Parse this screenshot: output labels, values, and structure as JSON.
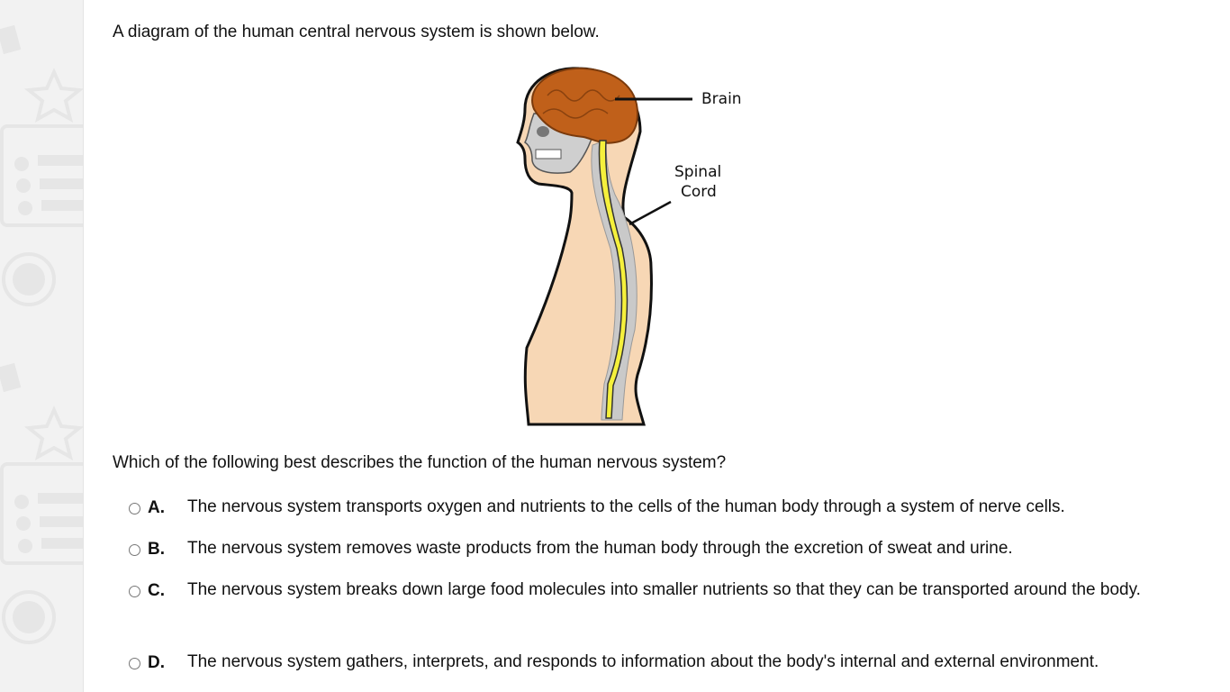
{
  "intro": "A diagram of the human central nervous system is shown below.",
  "diagram": {
    "labels": {
      "brain": "Brain",
      "spinal_line1": "Spinal",
      "spinal_line2": "Cord"
    }
  },
  "question": "Which of the following best describes the function of the human nervous system?",
  "choices": [
    {
      "letter": "A.",
      "text": "The nervous system transports oxygen and nutrients to the cells of the human body through a system of nerve cells."
    },
    {
      "letter": "B.",
      "text": "The nervous system removes waste products from the human body through the excretion of sweat and urine."
    },
    {
      "letter": "C.",
      "text": "The nervous system breaks down large food molecules into smaller nutrients so that they can be transported around the body."
    },
    {
      "letter": "D.",
      "text": "The nervous system gathers, interprets, and responds to information about the body's internal and external environment."
    }
  ]
}
